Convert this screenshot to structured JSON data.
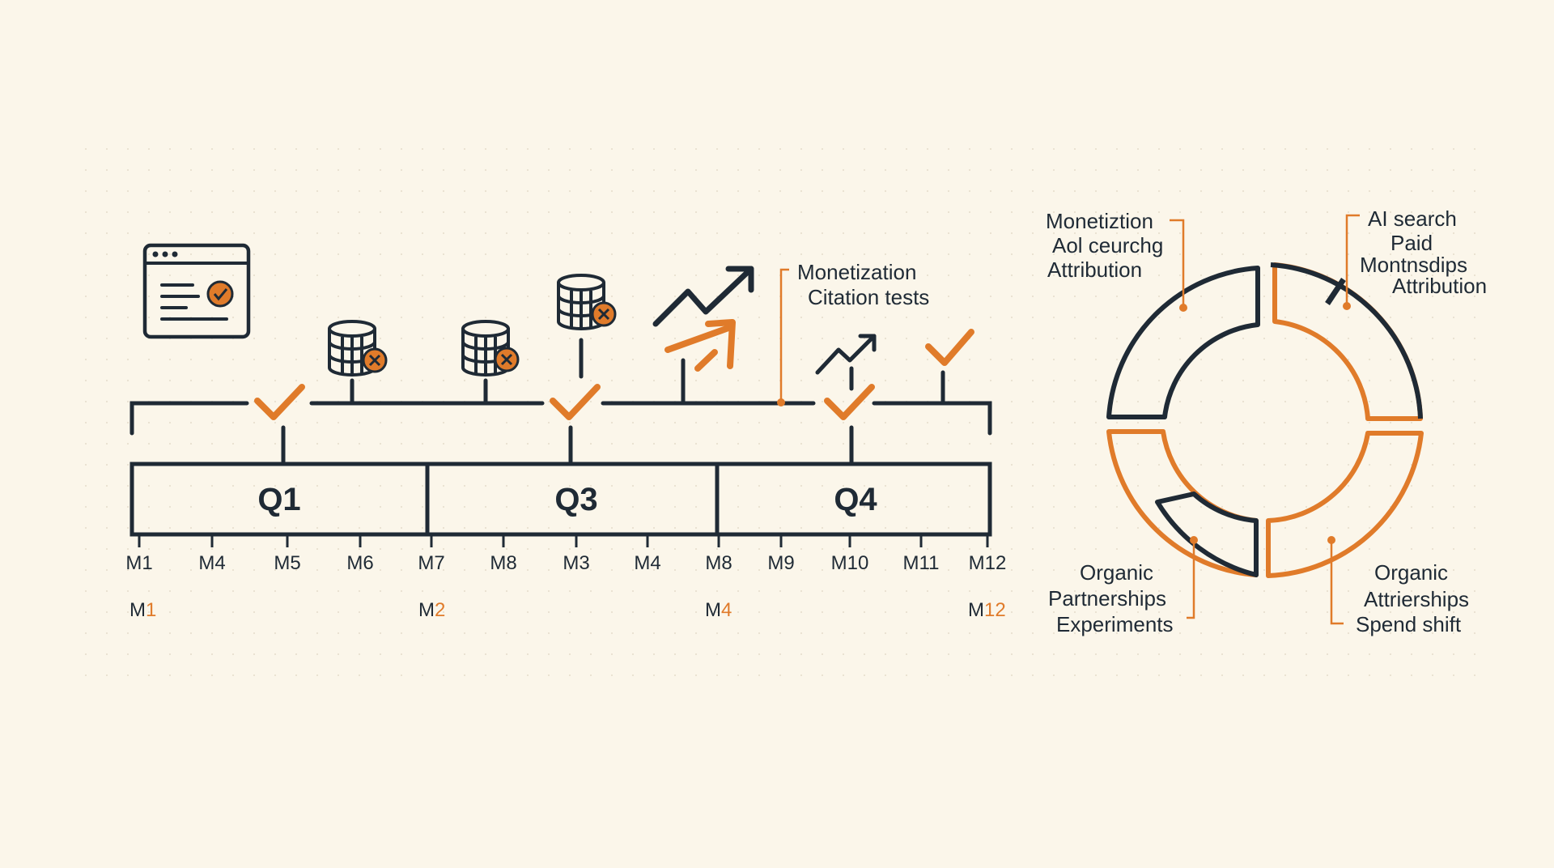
{
  "colors": {
    "dark": "#1f2a35",
    "accent": "#e07b2a",
    "background": "#fbf6ea"
  },
  "quarters": [
    "Q1",
    "Q3",
    "Q4"
  ],
  "months": [
    "M1",
    "M4",
    "M5",
    "M6",
    "M7",
    "M8",
    "M3",
    "M4",
    "M8",
    "M9",
    "M10",
    "M11",
    "M12"
  ],
  "milestones": [
    {
      "prefix": "M",
      "number": "1"
    },
    {
      "prefix": "M",
      "number": "2"
    },
    {
      "prefix": "M",
      "number": "4"
    },
    {
      "prefix": "M",
      "number": "12"
    }
  ],
  "timeline_callout": [
    "Monetization",
    "Citation tests"
  ],
  "ring_callouts": {
    "top_left": [
      "Monetiztion",
      "Aol ceurchg",
      "Attribution"
    ],
    "top_right": [
      "AI search",
      "Paid",
      "Montnsdips",
      "Attribution"
    ],
    "bottom_left": [
      "Organic",
      "Partnerships",
      "Experiments"
    ],
    "bottom_right": [
      "Organic",
      "Attrierships",
      "Spend shift"
    ]
  },
  "icons": [
    "browser-check-icon",
    "database-error-icon",
    "database-error-icon",
    "database-error-icon",
    "trend-up-icon",
    "trend-up-icon",
    "checkmark-icon"
  ]
}
